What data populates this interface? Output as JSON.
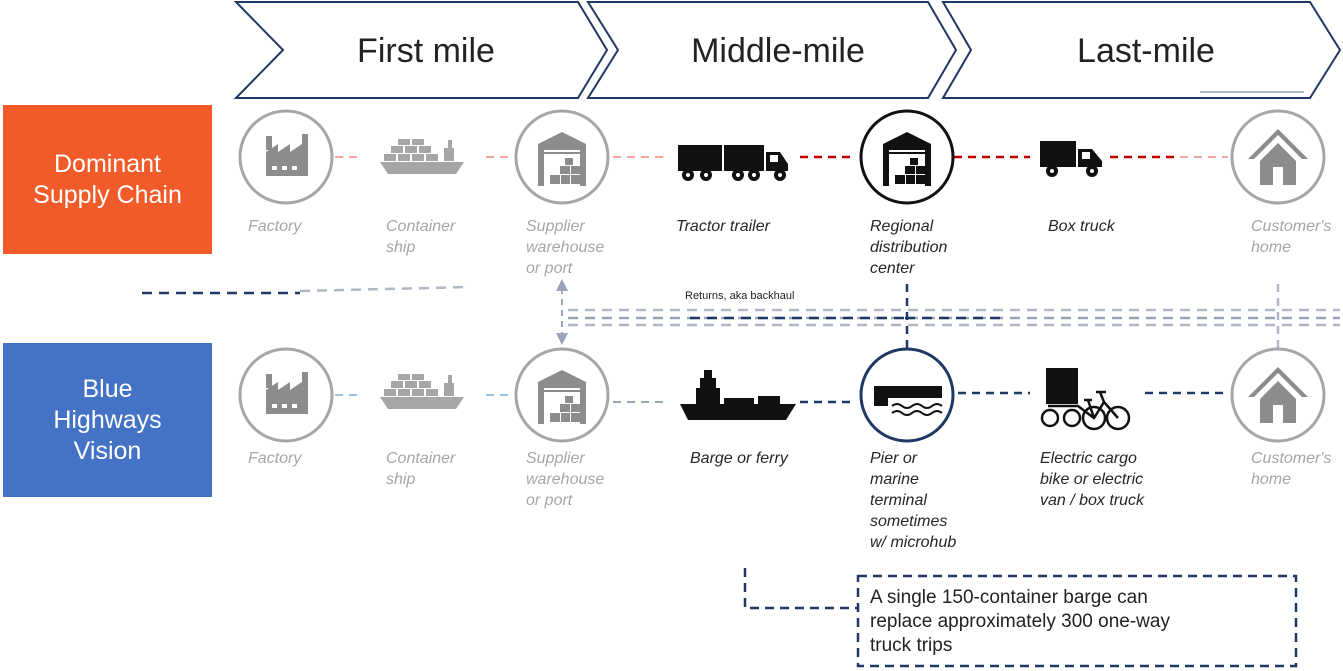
{
  "phases": [
    "First mile",
    "Middle-mile",
    "Last-mile"
  ],
  "rows": {
    "dominant": {
      "label_lines": [
        "Dominant",
        "Supply Chain"
      ],
      "color": "#f15a29",
      "captions": [
        [
          "Factory"
        ],
        [
          "Container",
          "ship"
        ],
        [
          "Supplier",
          "warehouse",
          "or port"
        ],
        [
          "Tractor trailer"
        ],
        [
          "Regional",
          "distribution",
          "center"
        ],
        [
          "Box truck"
        ],
        [
          "Customer's",
          "home"
        ]
      ]
    },
    "blue": {
      "label_lines": [
        "Blue",
        "Highways",
        "Vision"
      ],
      "color": "#4472c4",
      "captions": [
        [
          "Factory"
        ],
        [
          "Container",
          "ship"
        ],
        [
          "Supplier",
          "warehouse",
          "or port"
        ],
        [
          "Barge or ferry"
        ],
        [
          "Pier or",
          "marine",
          "terminal",
          "sometimes",
          "w/ microhub"
        ],
        [
          "Electric cargo",
          "bike or electric",
          "van / box truck"
        ],
        [
          "Customer's",
          "home"
        ]
      ]
    }
  },
  "returns_label": "Returns, aka backhaul",
  "note_lines": [
    "A single 150-container barge can",
    "replace approximately 300 one-way",
    "truck trips"
  ],
  "colors": {
    "navy": "#1f3864",
    "grey_icon": "#8c8c8c",
    "dark_icon": "#111111",
    "red_dash": "#c00000",
    "pink_dash": "#f4a7a0",
    "light_blue_dash": "#9dc3e6"
  },
  "icons": [
    "factory-icon",
    "container-ship-icon",
    "warehouse-icon",
    "tractor-trailer-icon",
    "distribution-center-icon",
    "box-truck-icon",
    "house-icon",
    "barge-icon",
    "pier-terminal-icon",
    "cargo-bike-icon"
  ]
}
